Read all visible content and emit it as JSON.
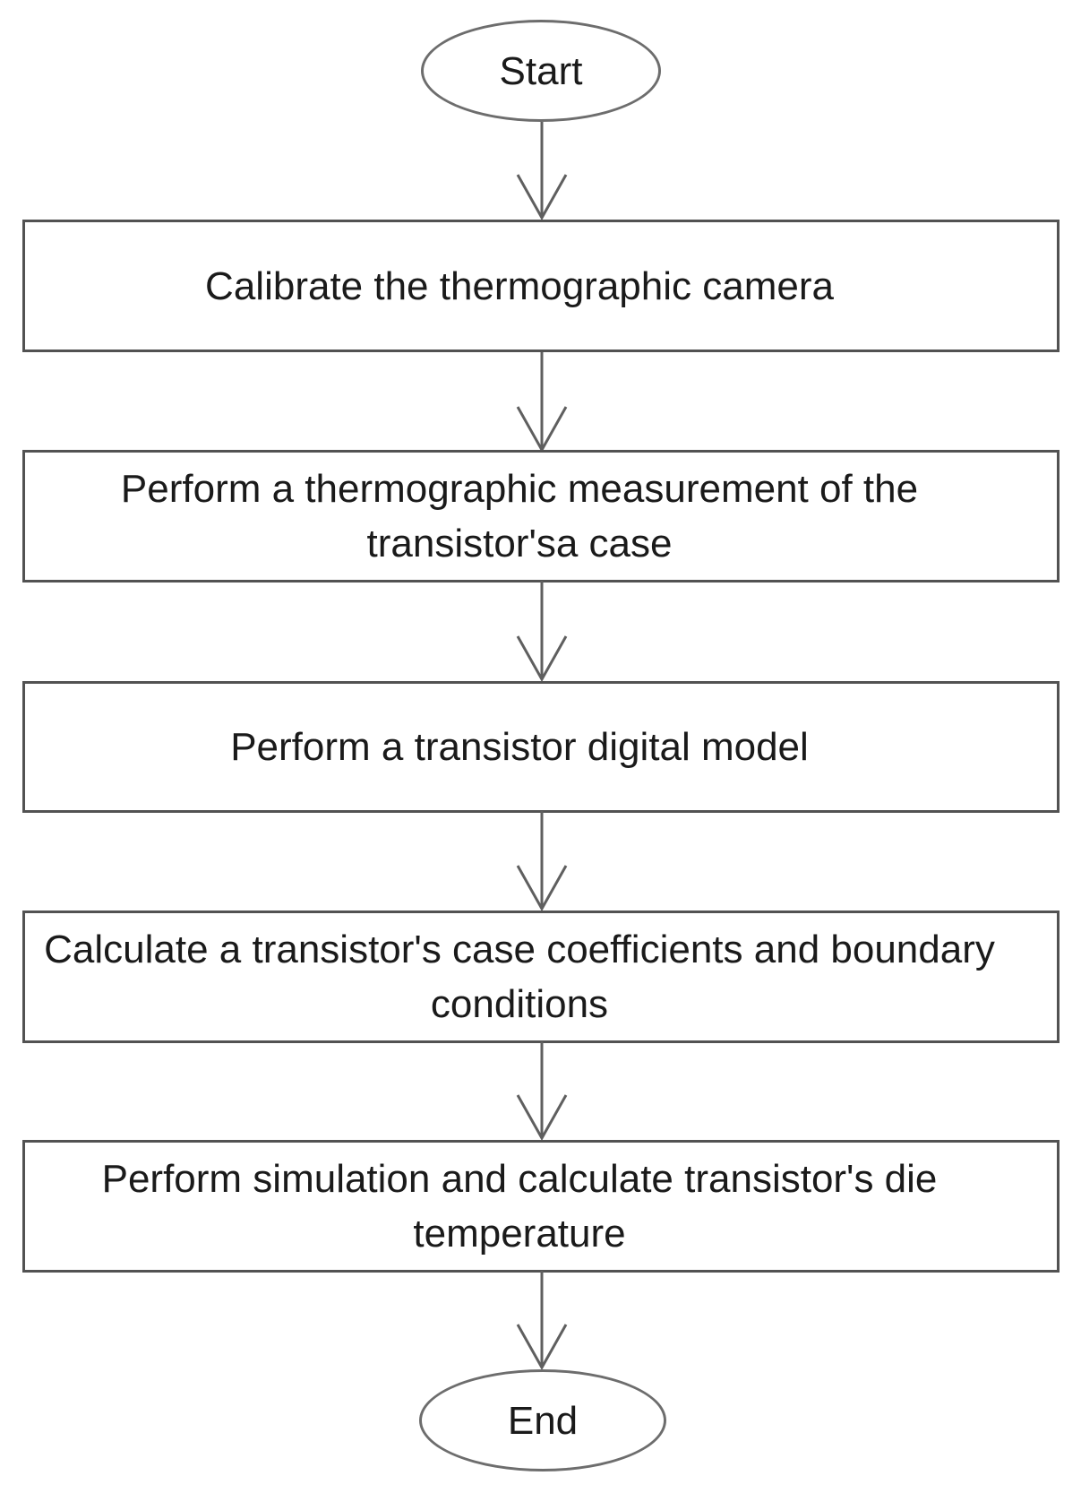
{
  "flowchart": {
    "nodes": [
      {
        "id": "start",
        "type": "terminator",
        "label": "Start",
        "lines": [
          "Start"
        ]
      },
      {
        "id": "step-1",
        "type": "process",
        "label": "Calibrate the thermographic camera",
        "lines": [
          "Calibrate the thermographic camera"
        ]
      },
      {
        "id": "step-2",
        "type": "process",
        "label": "Perform a thermographic measurement of the transistor'sa case",
        "lines": [
          "Perform a thermographic measurement of the",
          "transistor'sa case"
        ]
      },
      {
        "id": "step-3",
        "type": "process",
        "label": "Perform a transistor digital model",
        "lines": [
          "Perform a transistor digital model"
        ]
      },
      {
        "id": "step-4",
        "type": "process",
        "label": "Calculate a transistor's case coefficients and boundary conditions",
        "lines": [
          "Calculate a transistor's case coefficients and boundary",
          "conditions"
        ]
      },
      {
        "id": "step-5",
        "type": "process",
        "label": "Perform simulation and calculate transistor's die temperature",
        "lines": [
          "Perform simulation and calculate transistor's die",
          "temperature"
        ]
      },
      {
        "id": "end",
        "type": "terminator",
        "label": "End",
        "lines": [
          "End"
        ]
      }
    ],
    "edges": [
      {
        "from": "start",
        "to": "step-1"
      },
      {
        "from": "step-1",
        "to": "step-2"
      },
      {
        "from": "step-2",
        "to": "step-3"
      },
      {
        "from": "step-3",
        "to": "step-4"
      },
      {
        "from": "step-4",
        "to": "step-5"
      },
      {
        "from": "step-5",
        "to": "end"
      }
    ],
    "colors": {
      "background": "#ffffff",
      "shape_fill": "#ffffff",
      "process_border": "#525252",
      "terminator_border": "#6d6d6d",
      "arrow": "#5f5f5f",
      "text": "#1a1a1a"
    }
  }
}
